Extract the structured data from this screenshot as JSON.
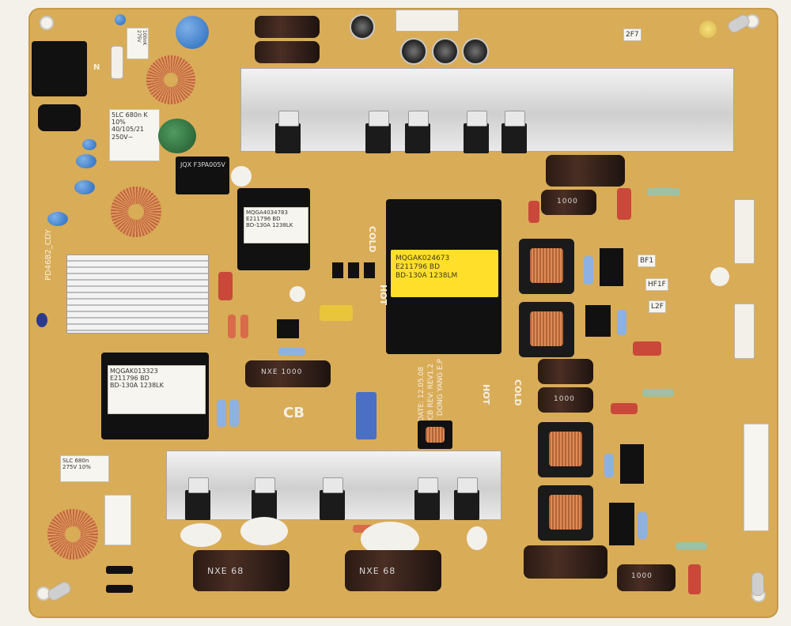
{
  "silkscreen": {
    "cold_top": "COLD",
    "hot_top": "HOT",
    "hot_right": "HOT",
    "cold_right": "COLD",
    "cb_mark": "CB",
    "dongyang": "DONG YANG E.P",
    "pcb_rev": "PCB REV: REV1.2",
    "date": "DATE: 12.05.08",
    "bf1": "BF1",
    "hf1f": "HF1F",
    "l2f": "L2F",
    "n_mark": "N",
    "model": "PD46B2_CDY",
    "sticker_2f7": "2F7"
  },
  "stickers": {
    "transformer_small_top": "MQGA4034783\nE211796 BD\nBD-130A 1238LK",
    "transformer_left": "MQGAK013323\nE211796 BD\nBD-130A 1238LK",
    "transformer_center": "MQGAK024673\nE211796 BD\nBD-130A 1238LM",
    "fuse_box": "5LC 680n K 10%\n40/105/21 250V~",
    "relay": "JQX F3PA005V",
    "cap_box_bottom": "SLC 680n\n275V 10%",
    "xcap_top": "100nK 275V"
  },
  "capacitor_labels": {
    "bulk_left": "NXE 68",
    "bulk_mid": "NXE 68",
    "cap_center": "NXE 1000",
    "cap_right_1": "1000",
    "cap_right_2": "1000",
    "cap_bottom_right": "1000"
  },
  "colors": {
    "board": "#d9ac58",
    "silk": "#f6f0e2",
    "heatsink": "#e2e2e2",
    "copper": "#d58350"
  }
}
